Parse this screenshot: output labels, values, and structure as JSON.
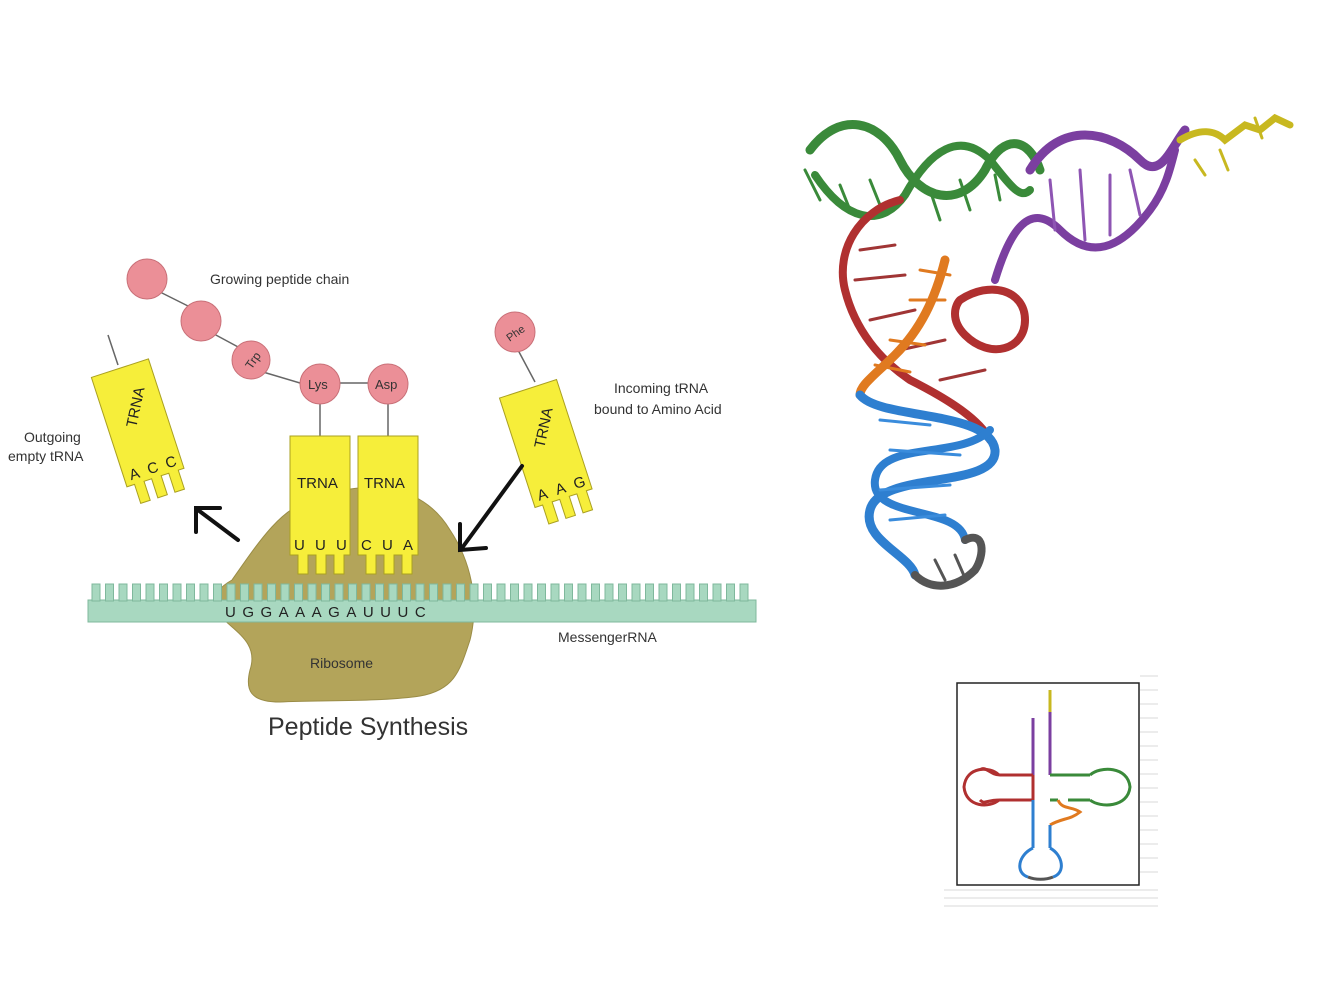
{
  "peptide": {
    "growing_chain_label": "Growing peptide chain",
    "amino_acids": {
      "trp": "Trp",
      "lys": "Lys",
      "asp": "Asp",
      "phe": "Phe"
    }
  },
  "trna": {
    "outgoing_label_line1": "Outgoing",
    "outgoing_label_line2": "empty tRNA",
    "incoming_label_line1": "Incoming  tRNA",
    "incoming_label_line2": "bound to Amino Acid",
    "name": "TRNA",
    "outgoing_anticodon": [
      "A",
      "C",
      "C"
    ],
    "left_anticodon": [
      "U",
      "U",
      "U"
    ],
    "right_anticodon": [
      "C",
      "U",
      "A"
    ],
    "incoming_anticodon": [
      "A",
      "A",
      "G"
    ]
  },
  "mrna": {
    "label": "MessengerRNA",
    "sequence": "UGGAAAGAUUUC"
  },
  "ribosome_label": "Ribosome",
  "caption": "Peptide Synthesis",
  "colors": {
    "trna_yellow": "#f6ee3a",
    "amino_pink": "#eb8f97",
    "ribosome": "#b3a45a",
    "mrna": "#a8d8c0",
    "helix_green": "#3a8a3a",
    "helix_purple": "#7b3fa0",
    "helix_red": "#b03030",
    "helix_orange": "#e07a20",
    "helix_blue": "#2e7fd0",
    "helix_gray": "#555555",
    "helix_yellow": "#c8b820"
  }
}
